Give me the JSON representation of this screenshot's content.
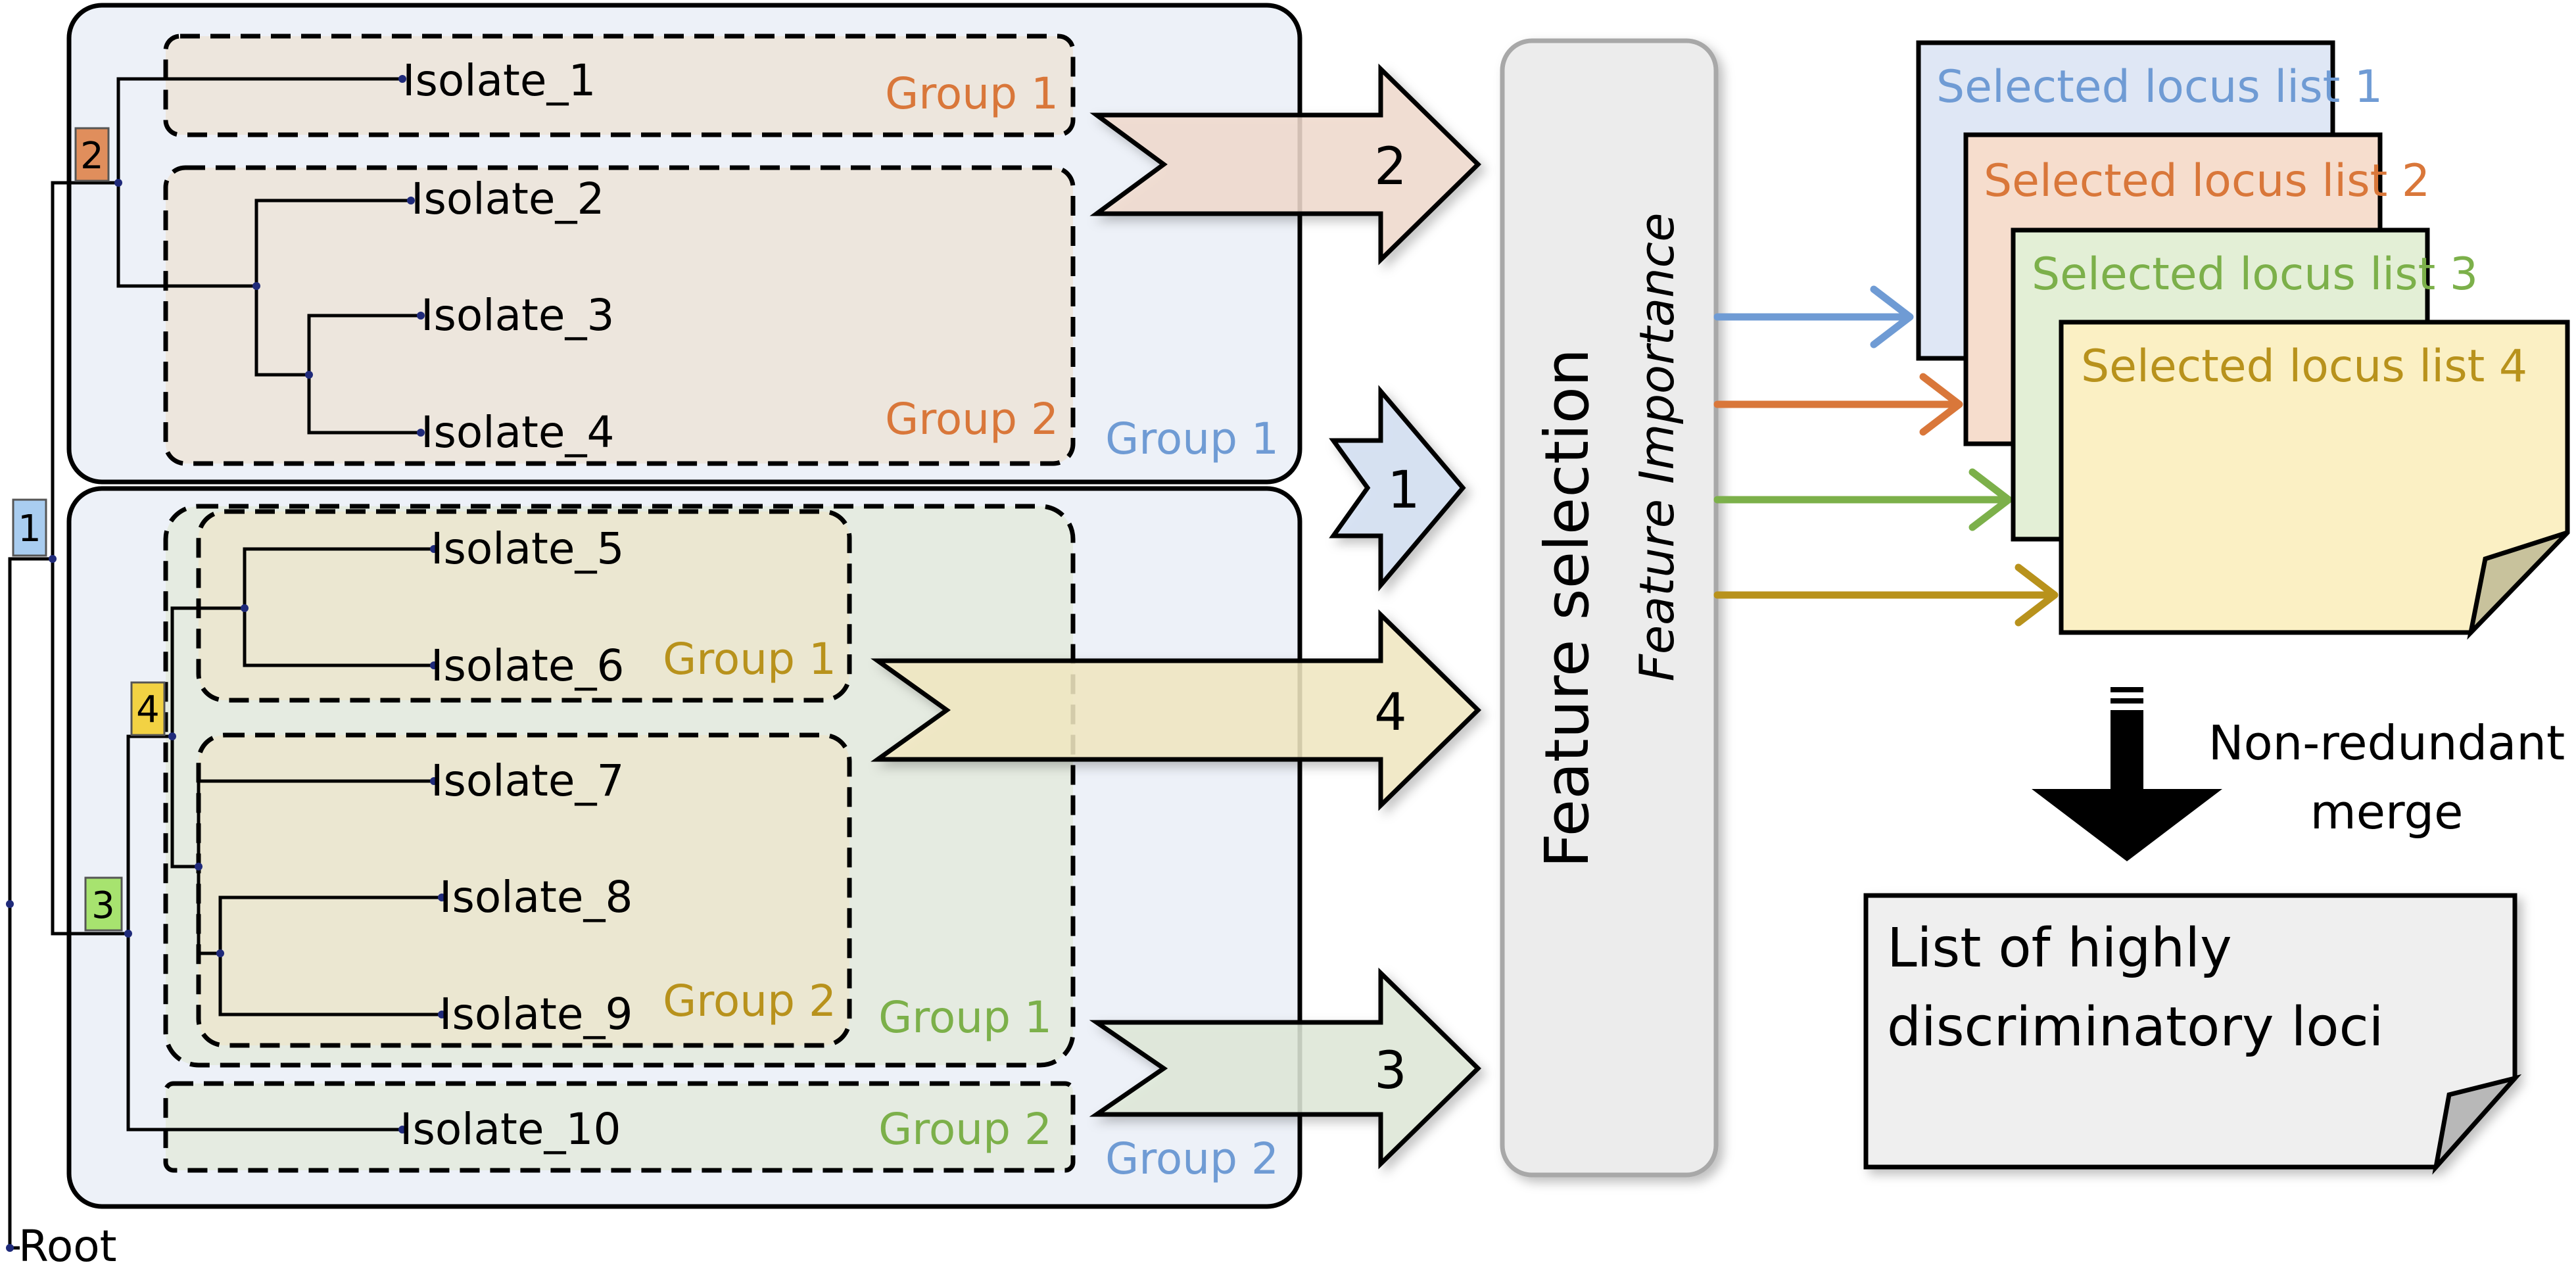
{
  "tree": {
    "root_label": "Root",
    "node_labels": {
      "n1": "1",
      "n2": "2",
      "n3": "3",
      "n4": "4"
    },
    "isolates": [
      "Isolate_1",
      "Isolate_2",
      "Isolate_3",
      "Isolate_4",
      "Isolate_5",
      "Isolate_6",
      "Isolate_7",
      "Isolate_8",
      "Isolate_9",
      "Isolate_10"
    ]
  },
  "groups": {
    "top_outer": "Group 1",
    "bottom_outer": "Group 2",
    "top_g1": "Group 1",
    "top_g2": "Group 2",
    "mid_g1": "Group 1",
    "mid_g2": "Group 2",
    "green_g1": "Group 1",
    "green_g2": "Group 2"
  },
  "arrows": {
    "a1": "1",
    "a2": "2",
    "a3": "3",
    "a4": "4"
  },
  "feature_panel": {
    "title": "Feature selection",
    "subtitle": "Feature Importance"
  },
  "locus_lists": [
    "Selected locus list 1",
    "Selected locus list 2",
    "Selected locus list 3",
    "Selected locus list 4"
  ],
  "merge_label_line1": "Non-redundant",
  "merge_label_line2": "merge",
  "result_line1": "List of highly",
  "result_line2": "discriminatory loci",
  "colors": {
    "blue": "#6f9bd4",
    "orange": "#d9773a",
    "green": "#7cb04a",
    "gold": "#b8921c"
  }
}
